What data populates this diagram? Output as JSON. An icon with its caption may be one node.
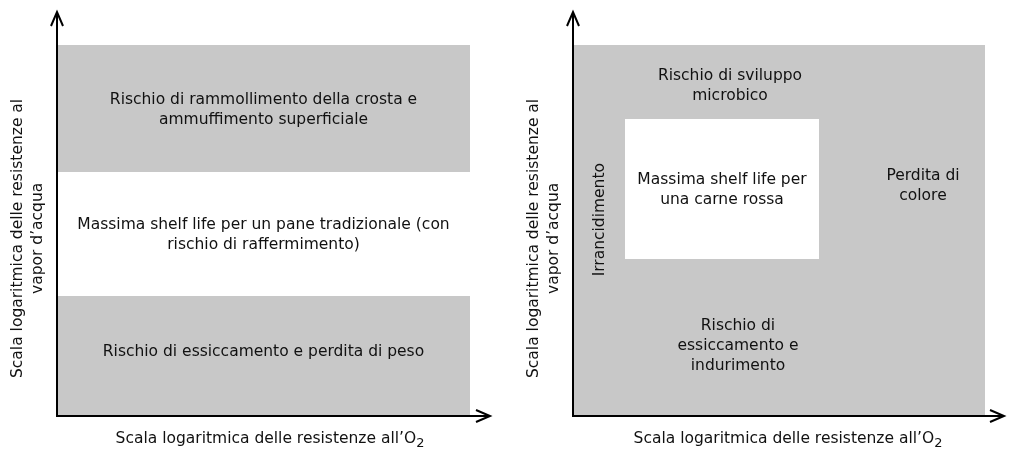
{
  "diagram": {
    "nodes": [
      {
        "text": [
          "Rischio di rammollimento della crosta e ammuffimento superficiale"
        ]
      },
      {
        "text": [
          "Massima shelf life per un pane tradizionale (con rischio di raffermimento)"
        ]
      },
      {
        "text": [
          "Rischio di essiccamento e perdita di peso"
        ]
      },
      {
        "text": [
          "Rischio di sviluppo microbico",
          "Irrancidimento",
          "Perdita di colore",
          "Rischio di essiccamento e indurimento"
        ]
      },
      {
        "text": [
          "Massima shelf life per una carne rossa"
        ],
        "in": 3
      }
    ],
    "labels": [
      "Scala logaritmica delle resistenze al vapor d’acqua",
      "Scala logaritmica delle resistenze all’O$_{2}$",
      "Scala logaritmica delle resistenze al vapor d’acqua",
      "Scala logaritmica delle resistenze all’O$_{2}$"
    ]
  }
}
